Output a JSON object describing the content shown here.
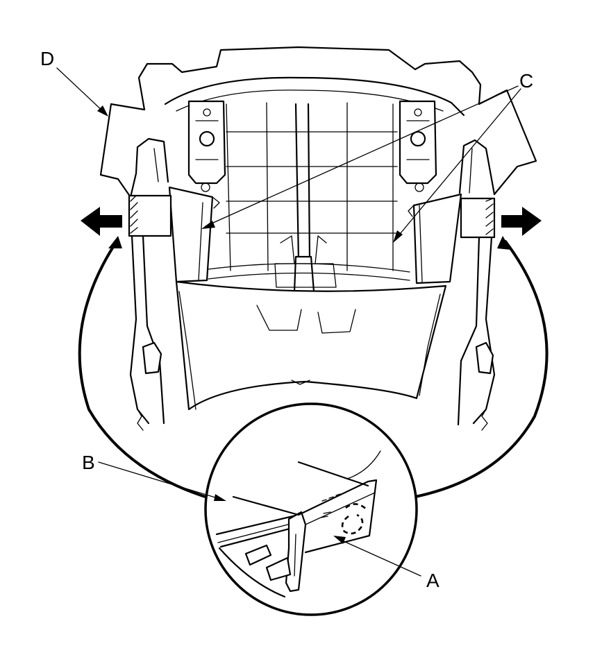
{
  "callouts": {
    "a": "A",
    "b": "B",
    "c": "C",
    "d": "D"
  },
  "colors": {
    "line": "#000000",
    "background": "#ffffff"
  },
  "icons": {
    "left_arrow": "pull-left-arrow-icon",
    "right_arrow": "pull-right-arrow-icon"
  }
}
